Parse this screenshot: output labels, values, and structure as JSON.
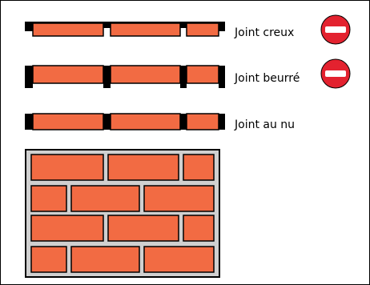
{
  "colors": {
    "brick": "#f26b43",
    "mortar": "#d0d0d0",
    "outline": "#000000",
    "forbidden": "#e3222f",
    "forbidden_bar": "#ffffff"
  },
  "rows": [
    {
      "id": "joint-creux",
      "label": "Joint creux",
      "forbidden": true,
      "icon": "no-entry-icon"
    },
    {
      "id": "joint-beurre",
      "label": "Joint beurré",
      "forbidden": true,
      "icon": "no-entry-icon"
    },
    {
      "id": "joint-au-nu",
      "label": "Joint au nu",
      "forbidden": false
    }
  ]
}
